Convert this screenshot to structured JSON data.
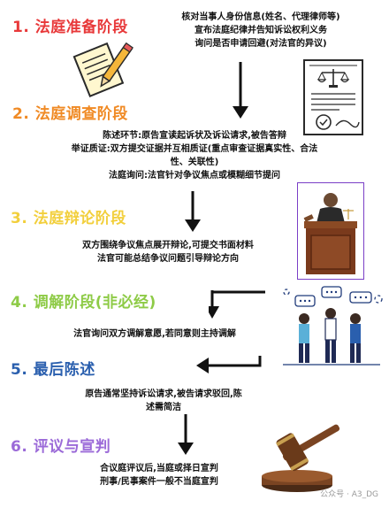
{
  "colors": {
    "stage1": "#e8393a",
    "stage2": "#f08a24",
    "stage3": "#f2cf3c",
    "stage4": "#8ecb47",
    "stage5": "#2a5fae",
    "stage6": "#9b6ad8",
    "arrow": "#111111"
  },
  "stages": [
    {
      "title": "1. 法庭准备阶段",
      "lines": [
        "核对当事人身份信息(姓名、代理律师等)",
        "宣布法庭纪律并告知诉讼权利义务",
        "询问是否申请回避(对法官的异议)"
      ],
      "icon": "contract-pen-icon"
    },
    {
      "title": "2. 法庭调查阶段",
      "lines": [
        "陈述环节:原告宣读起诉状及诉讼请求,被告答辩",
        "举证质证:双方提交证据并互相质证(重点审查证据真实性、合法",
        "性、关联性)",
        "法庭询问:法官针对争议焦点或模糊细节提问"
      ],
      "icon": "legal-document-icon"
    },
    {
      "title": "3. 法庭辩论阶段",
      "lines": [
        "双方围绕争议焦点展开辩论,可提交书面材料",
        "法官可能总结争议问题引导辩论方向"
      ],
      "icon": "judge-bench-icon"
    },
    {
      "title": "4. 调解阶段(非必经)",
      "lines": [
        "法官询问双方调解意愿,若同意则主持调解"
      ],
      "icon": "discussion-people-icon"
    },
    {
      "title": "5. 最后陈述",
      "lines": [
        "原告通常坚持诉讼请求,被告请求驳回,陈",
        "述需简洁"
      ],
      "icon": ""
    },
    {
      "title": "6. 评议与宣判",
      "lines": [
        "合议庭评议后,当庭或择日宣判",
        "刑事/民事案件一般不当庭宣判"
      ],
      "icon": "gavel-icon"
    }
  ],
  "watermark": "公众号 · A3_DG"
}
